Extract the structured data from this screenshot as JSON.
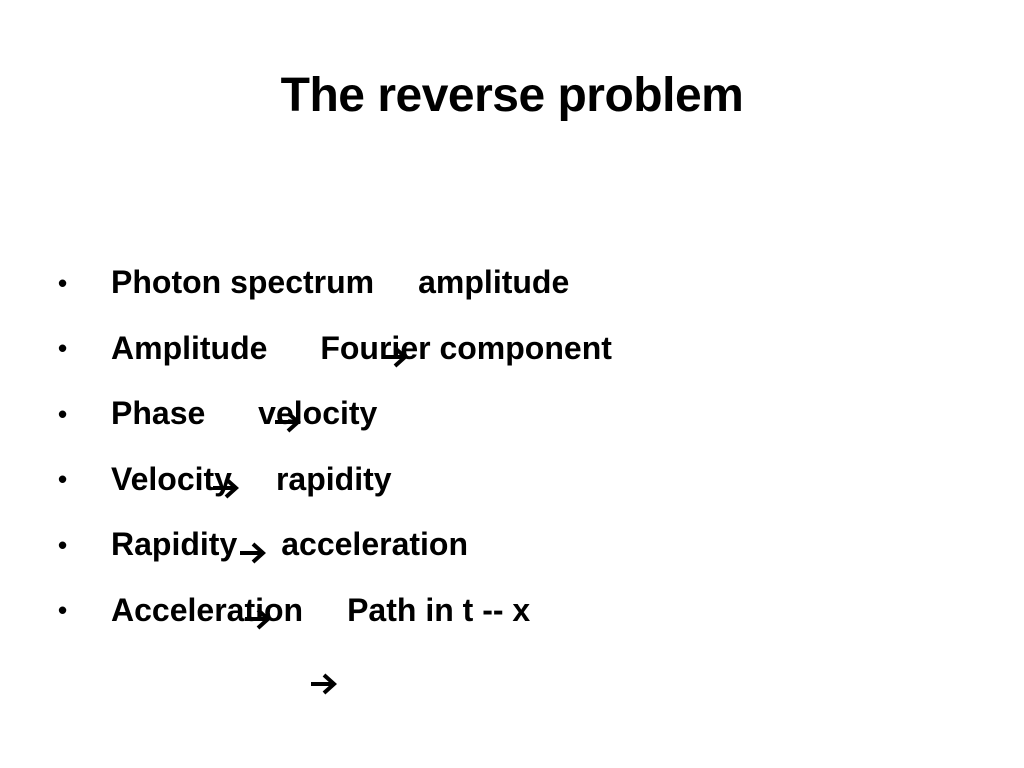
{
  "slide": {
    "title": "The reverse problem",
    "bullet_glyph": "•",
    "bullets": [
      {
        "from": "Photon spectrum",
        "to": "amplitude"
      },
      {
        "from": "Amplitude",
        "to": " Fourier component"
      },
      {
        "from": "Phase",
        "to": " velocity"
      },
      {
        "from": "Velocity",
        "to": "rapidity"
      },
      {
        "from": "Rapidity",
        "to": "acceleration"
      },
      {
        "from": "Acceleration",
        "to": "Path in t -- x"
      }
    ],
    "arrow_icon": "right-arrow-icon"
  }
}
